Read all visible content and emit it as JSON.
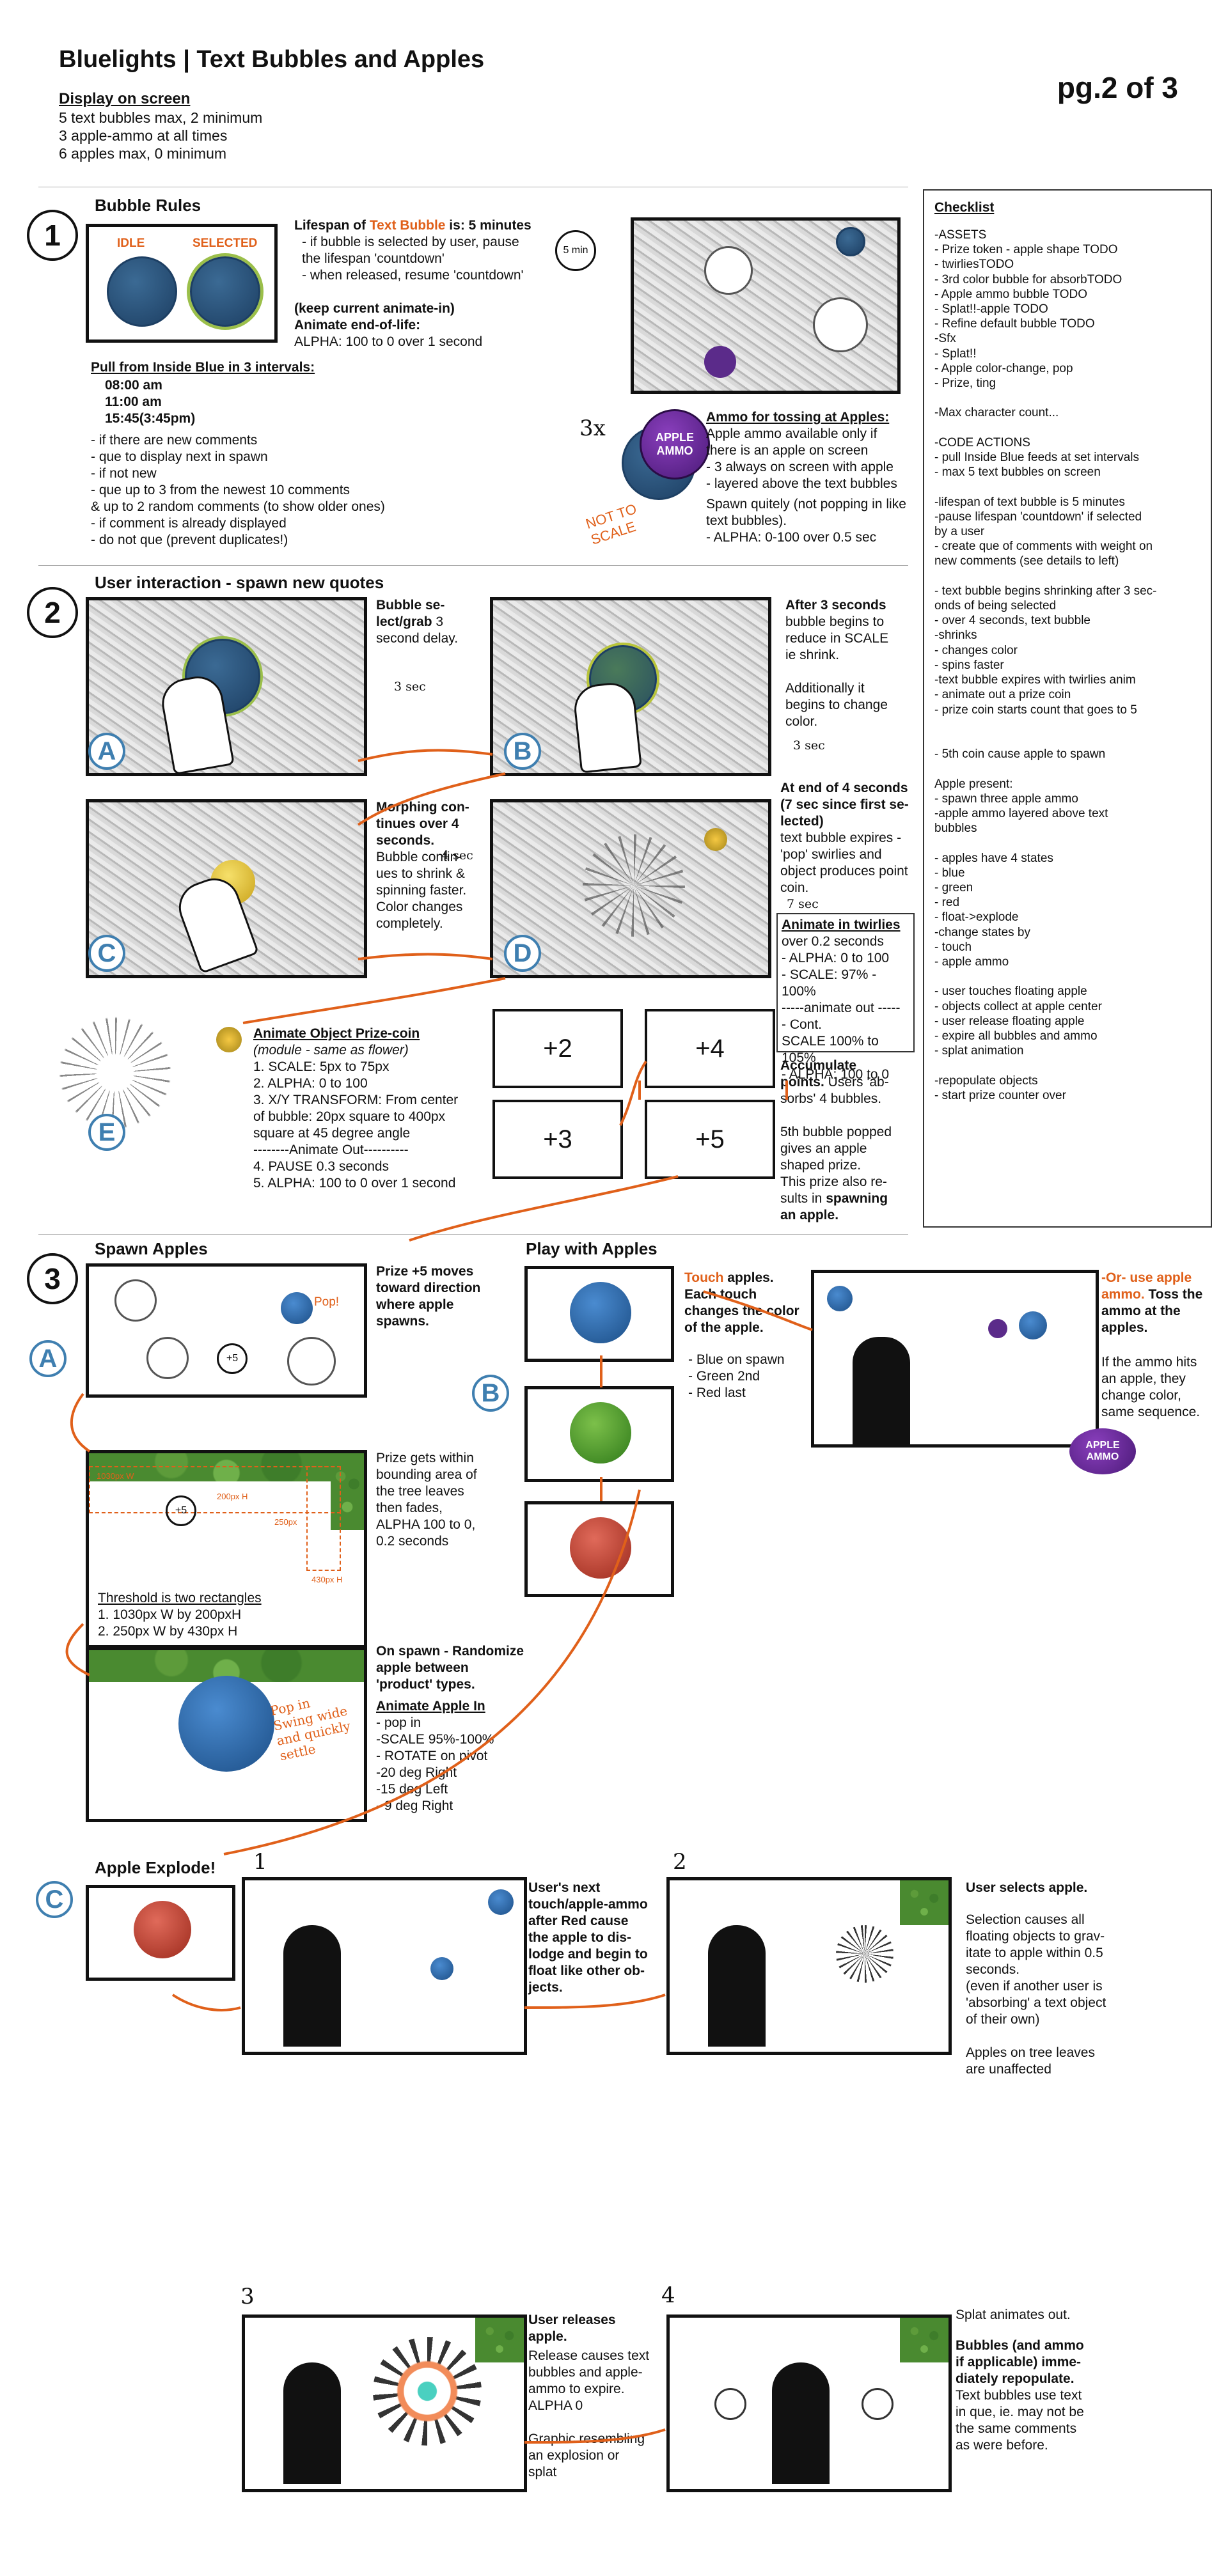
{
  "header": {
    "title": "Bluelights | Text Bubbles and Apples",
    "page": "pg.2 of 3",
    "display_heading": "Display on screen",
    "display_lines": "5 text bubbles max, 2 minimum\n3 apple-ammo at all times\n6 apples max, 0 minimum"
  },
  "s1": {
    "num": "1",
    "heading": "Bubble Rules",
    "idle_label": "IDLE",
    "selected_label": "SELECTED",
    "lifespan_pre": "Lifespan of ",
    "lifespan_key": "Text Bubble",
    "lifespan_post": " is: 5 minutes",
    "lifespan_lines": "- if bubble is selected by user, pause\n  the lifespan 'countdown'\n- when released, resume 'countdown'",
    "timer": "5 min",
    "keep": "(keep current animate-in)",
    "end_title": "Animate end-of-life:",
    "end_line": "ALPHA: 100 to 0 over 1 second",
    "pull_heading": "Pull from Inside Blue in 3 intervals:",
    "times": [
      "08:00 am",
      "11:00 am",
      "15:45(3:45pm)"
    ],
    "rules": "- if there are new comments\n   - que to display next in spawn\n- if not new\n   - que up to 3 from the newest 10 comments\n     & up to 2 random comments (to show older ones)\n- if comment is already displayed\n   - do not que (prevent duplicates!)",
    "ammo_count": "3x",
    "ammo_label": "APPLE AMMO",
    "ammo_note": "NOT TO SCALE",
    "ammo_heading": "Ammo for tossing at Apples:",
    "ammo_lines": "Apple ammo available only if\nthere is an apple on screen\n- 3 always on screen with apple\n- layered above the text bubbles",
    "spawn_lines": "Spawn quitely (not popping in like\ntext bubbles).\n   - ALPHA: 0-100 over 0.5 sec"
  },
  "checklist": {
    "heading": "Checklist",
    "body": "-ASSETS\n- Prize token - apple shape TODO\n- twirliesTODO\n- 3rd color bubble for absorbTODO\n- Apple ammo bubble TODO\n- Splat!!-apple TODO\n- Refine default bubble TODO\n-Sfx\n- Splat!!\n- Apple color-change, pop\n- Prize, ting\n\n-Max character count...\n\n-CODE ACTIONS\n- pull Inside Blue feeds at set intervals\n- max 5 text bubbles on screen\n\n-lifespan of text bubble is 5 minutes\n  -pause lifespan 'countdown' if selected\n   by a user\n- create que of comments with weight on\n   new comments (see details to left)\n\n- text bubble begins shrinking after 3 sec-\n  onds of being selected\n    - over 4 seconds, text bubble\n         -shrinks\n         - changes color\n         - spins faster\n       -text bubble expires with twirlies anim\n- animate out a prize coin\n- prize coin starts count that goes to 5\n\n\n- 5th coin cause apple to spawn\n\nApple present:\n- spawn three apple ammo\n   -apple ammo layered above text\n    bubbles\n\n- apples have 4 states\n   - blue\n   - green\n   - red\n   - float->explode\n-change states by\n   - touch\n   - apple ammo\n\n- user touches floating apple\n   - objects collect at apple center\n- user release floating apple\n   - expire all bubbles and ammo\n   - splat animation\n\n-repopulate objects\n- start prize counter over"
  },
  "s2": {
    "num": "2",
    "heading": "User interaction - spawn new quotes",
    "a_text_bold": "Bubble se-\nlect/grab",
    "a_text": " 3\nsecond delay.",
    "a_timer": "3 sec",
    "b_text_bold": "After 3 seconds",
    "b_text": "bubble begins to\nreduce in SCALE\nie shrink.\n\nAdditionally it\nbegins to change\ncolor.",
    "b_timer": "3 sec",
    "c_text_bold": "Morphing con-\ntinues over 4\nseconds.",
    "c_text": "Bubble contin-\nues to shrink &\nspinning faster.\nColor changes\ncompletely.",
    "c_timer": "4 sec",
    "d_text_bold": "At end of 4 seconds\n(7 sec since first se-\nlected)",
    "d_text": "text bubble expires -\n'pop' swirlies and\nobject produces point\ncoin.",
    "d_timer": "7 sec",
    "twirl_heading": "Animate in twirlies",
    "twirl_lines": "over 0.2 seconds\n- ALPHA: 0 to 100\n- SCALE: 97% - 100%\n-----animate out -----\n- Cont.\nSCALE 100% to 105%\n- ALPHA: 100 to 0",
    "coin_heading": "Animate Object Prize-coin",
    "coin_sub": "(module - same as flower)",
    "coin_lines": "1. SCALE: 5px to 75px\n2. ALPHA: 0 to 100\n3. X/Y TRANSFORM: From center\nof bubble: 20px square to 400px\nsquare at 45 degree angle\n--------Animate Out----------\n4. PAUSE 0.3 seconds\n5. ALPHA: 100 to 0 over 1 second",
    "points": [
      "+2",
      "+4",
      "+3",
      "+5"
    ],
    "acc_bold": "Accumulate\npoints.",
    "acc_text": " Users 'ab-\nsorbs' 4 bubbles.\n\n5th bubble popped\ngives an apple\nshaped prize.\nThis prize also re-\nsults in ",
    "acc_end": "spawning\nan apple.",
    "labels": [
      "A",
      "B",
      "C",
      "D",
      "E"
    ]
  },
  "s3": {
    "num": "3",
    "spawn_heading": "Spawn Apples",
    "prize_move": "Prize +5 moves\ntoward direction\nwhere apple\nspawns.",
    "bounding": "Prize gets within\nbounding area of\nthe tree leaves\nthen fades,\nALPHA 100 to 0,\n0.2 seconds",
    "threshold_heading": "Threshold is two rectangles",
    "threshold_lines": "1. 1030px W by 200pxH\n2. 250px W by 430px H",
    "dim1": "1030px W",
    "dim2": "200px H",
    "dim3": "250px",
    "dim4": "430px H",
    "on_spawn": "On spawn - Randomize\napple between\n'product' types.",
    "apple_in_heading": "Animate Apple In",
    "apple_in_lines": "- pop in\n  -SCALE 95%-100%\n  - ROTATE on pivot\n    -20 deg Right\n    -15 deg Left\n    - 9 deg Right",
    "swing_note": "Pop in\nSwing wide\nand quickly\nsettle",
    "play_heading": "Play with Apples",
    "touch_pre": "Touch",
    "touch_post": " apples.\nEach touch\nchanges the color\nof the apple.",
    "colors": "- Blue on spawn\n- Green 2nd\n- Red last",
    "or_use": "-Or- use apple\nammo.",
    "toss": " Toss the\nammo at the\napples.",
    "ammo_hit": "If the ammo hits\nan apple, they\nchange color,\nsame sequence.",
    "ammo_badge": "APPLE AMMO",
    "explode_heading": "Apple Explode!",
    "step_nums": [
      "1",
      "2",
      "3",
      "4"
    ],
    "ex1": "User's next\ntouch/apple-ammo\nafter Red cause\nthe apple to dis-\nlodge and begin to\nfloat like other ob-\njects.",
    "ex2_bold": "User selects apple.",
    "ex2": "Selection causes all\nfloating objects to grav-\nitate to apple within 0.5\nseconds.\n(even if another user is\n'absorbing' a text object\nof their own)\n\nApples on tree leaves\nare unaffected",
    "ex3_bold": "User releases\napple.",
    "ex3": "Release causes text\nbubbles and apple-\nammo to expire.\nALPHA 0\n\nGraphic resembling\nan explosion or\nsplat",
    "ex4_top": "Splat animates out.",
    "ex4_bold": "Bubbles (and ammo\nif applicable) imme-\ndiately repopulate.",
    "ex4": "Text bubbles use text\nin que, ie. may not be\nthe same comments\nas were before.",
    "labels": [
      "A",
      "B",
      "C"
    ],
    "prize_tag": "+5",
    "pop_tag": "Pop!"
  }
}
